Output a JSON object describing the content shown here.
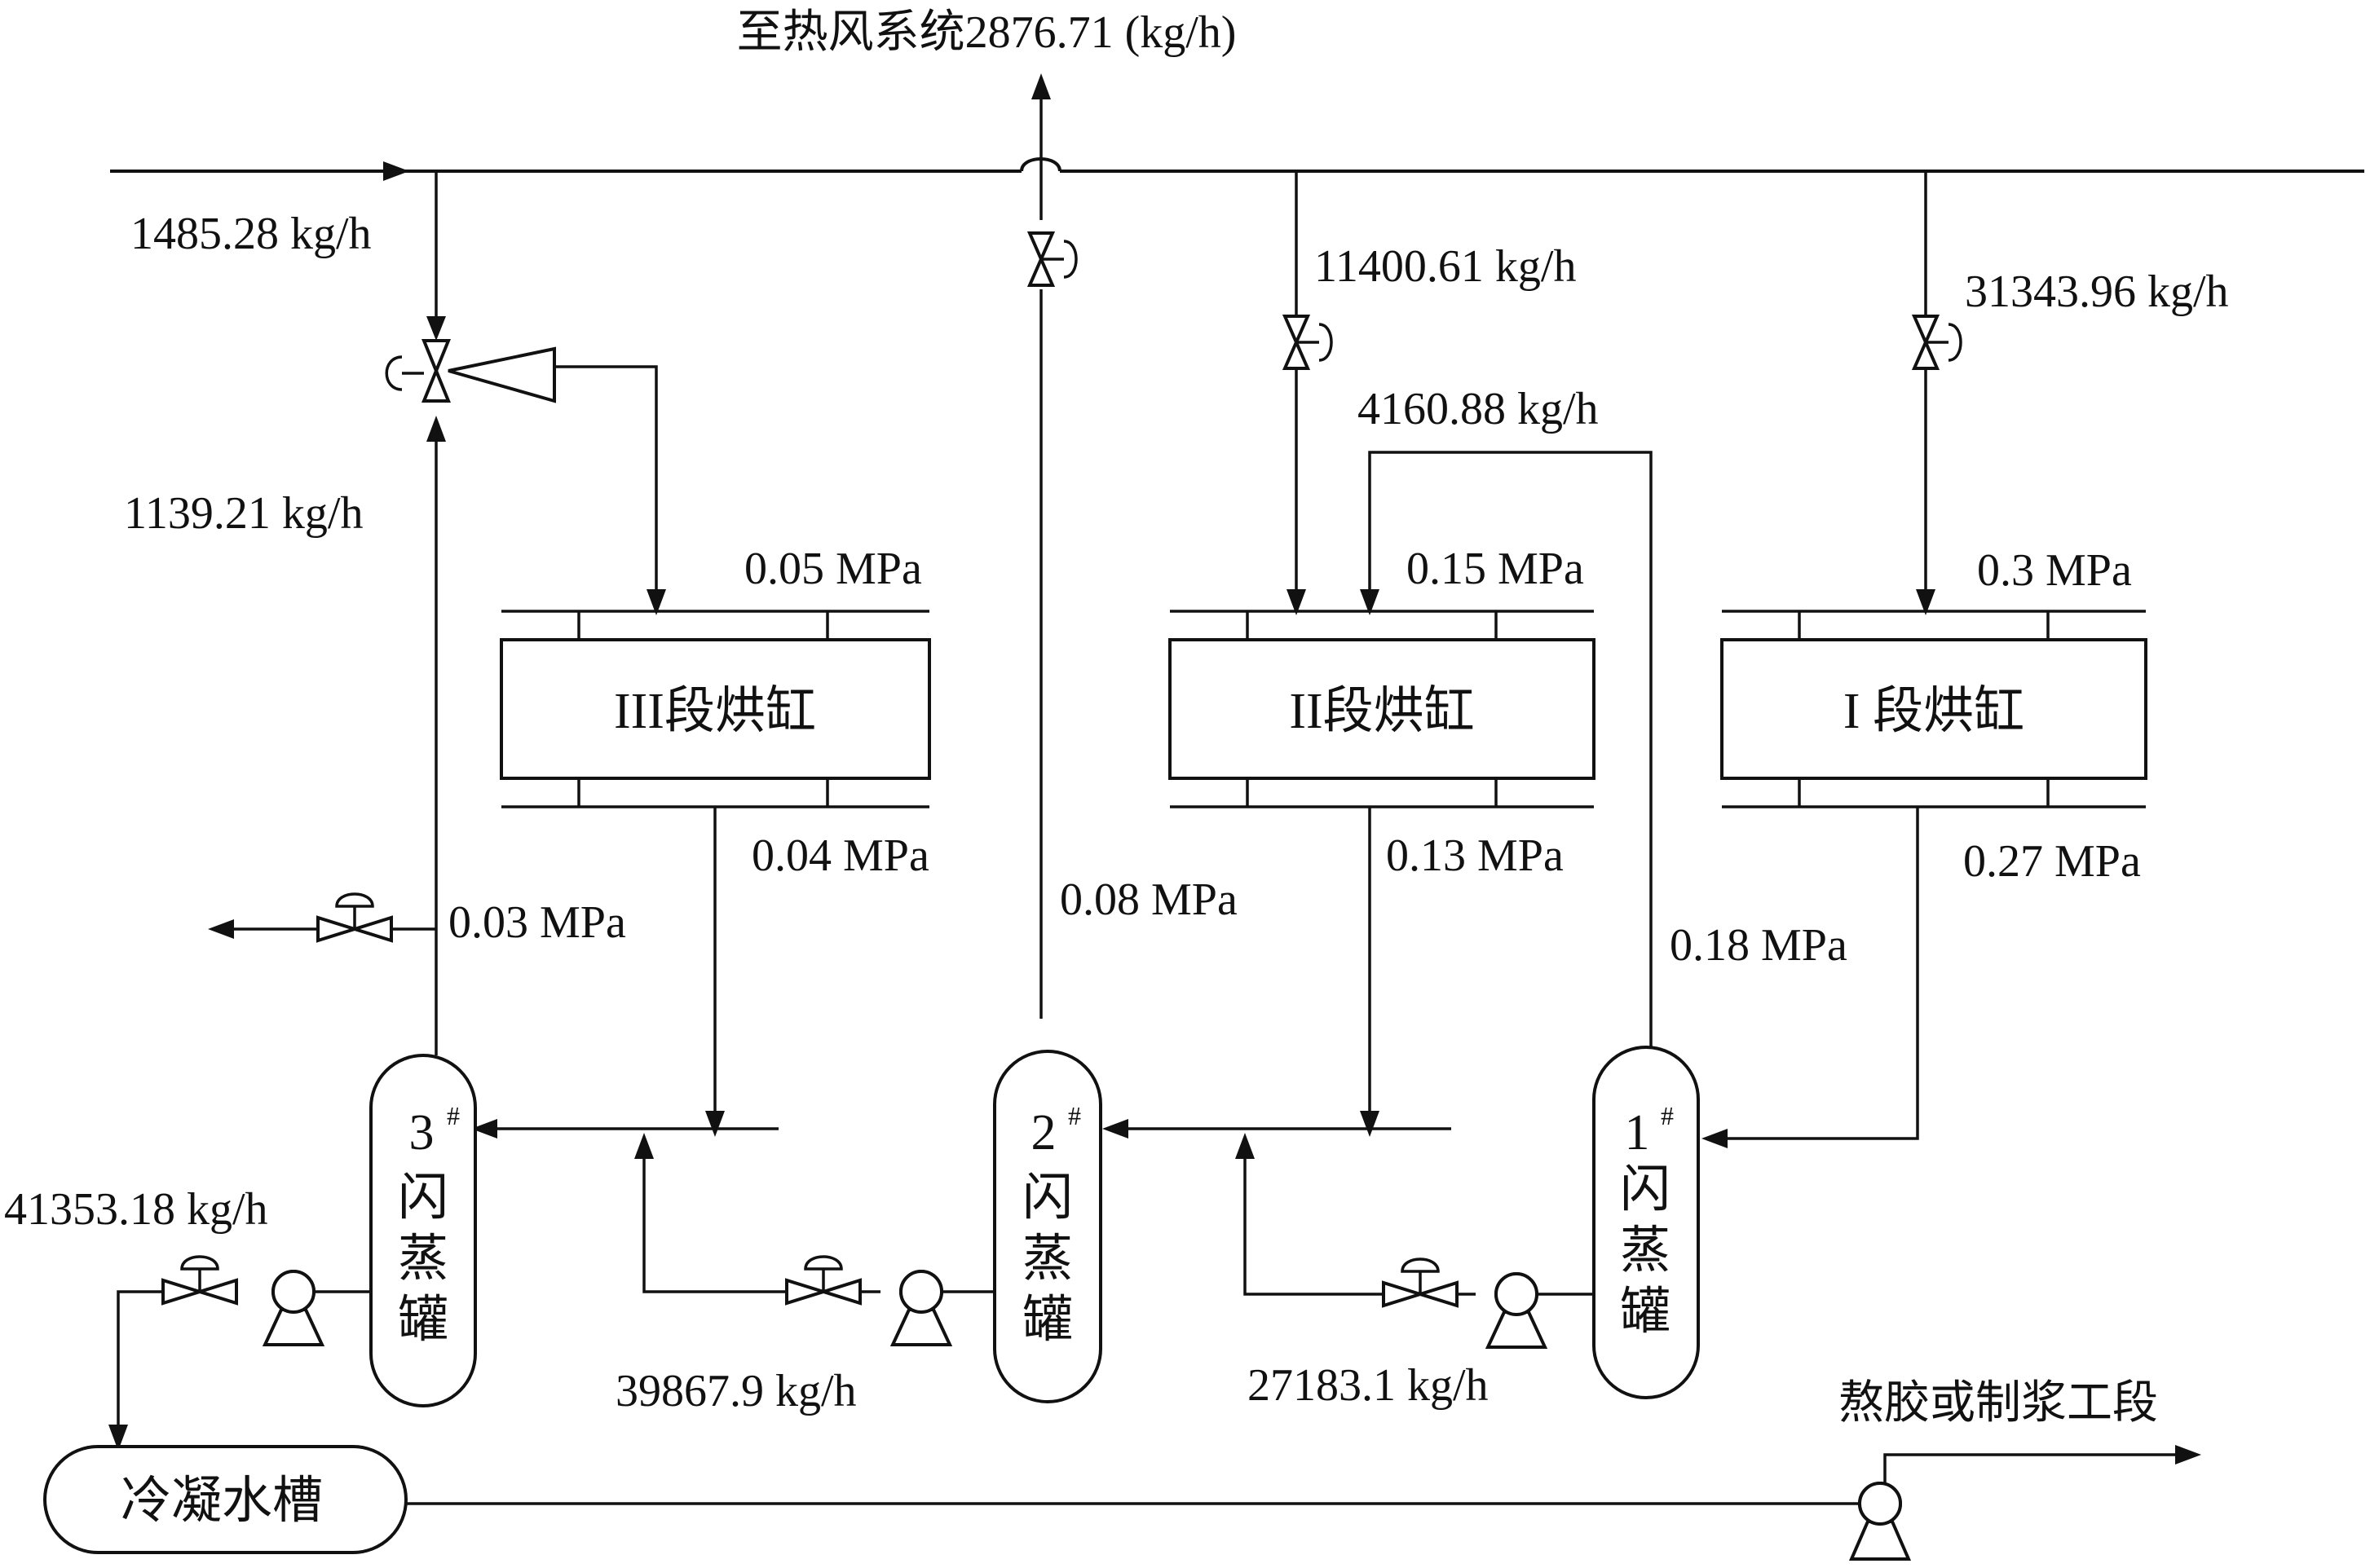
{
  "title_top": "至热风系统2876.71 (kg/h)",
  "flows": {
    "f1485": "1485.28 kg/h",
    "f1139": "1139.21 kg/h",
    "f11400": "11400.61 kg/h",
    "f31343": "31343.96 kg/h",
    "f4160": "4160.88 kg/h",
    "f41353": "41353.18 kg/h",
    "f39867": "39867.9 kg/h",
    "f27183": "27183.1 kg/h"
  },
  "pressures": {
    "p005": "0.05 MPa",
    "p015": "0.15 MPa",
    "p03": "0.3 MPa",
    "p004": "0.04 MPa",
    "p013": "0.13 MPa",
    "p027": "0.27 MPa",
    "p003": "0.03 MPa",
    "p008": "0.08 MPa",
    "p018": "0.18 MPa"
  },
  "dryers": {
    "d3": "III段烘缸",
    "d2": "II段烘缸",
    "d1": "I 段烘缸"
  },
  "flash_tanks": [
    {
      "num": "3",
      "sup": "#",
      "c1": "闪",
      "c2": "蒸",
      "c3": "罐"
    },
    {
      "num": "2",
      "sup": "#",
      "c1": "闪",
      "c2": "蒸",
      "c3": "罐"
    },
    {
      "num": "1",
      "sup": "#",
      "c1": "闪",
      "c2": "蒸",
      "c3": "罐"
    }
  ],
  "condensate_tank": "冷凝水槽",
  "outlet": "熬胶或制浆工段"
}
